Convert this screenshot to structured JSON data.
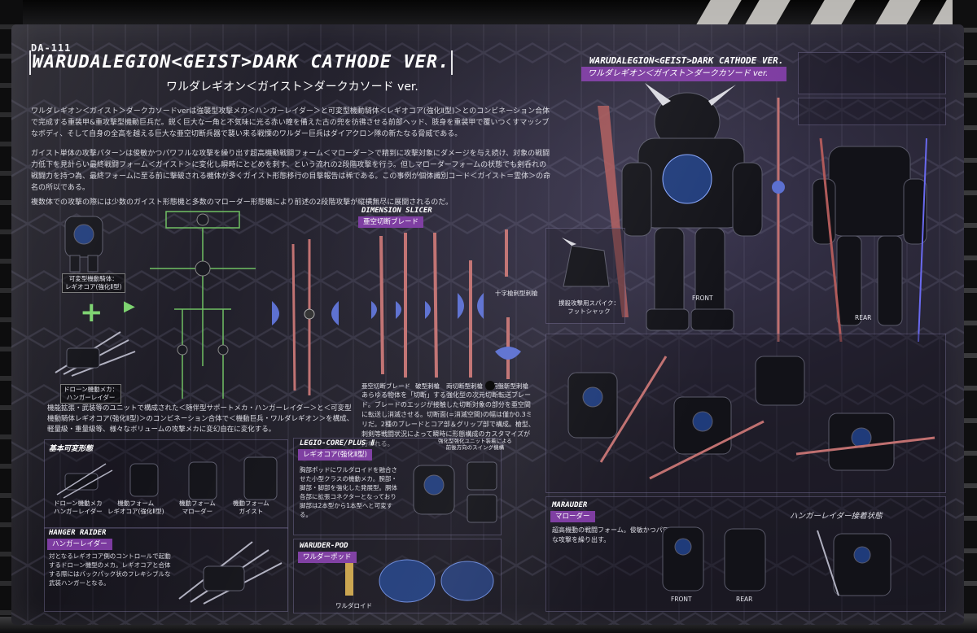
{
  "header": {
    "code": "DA-111",
    "title_en": "WARUDALEGION<GEIST>DARK CATHODE VER.",
    "title_jp": "ワルダレギオン＜ガイスト＞ダークカソード ver."
  },
  "intro": {
    "p1": "ワルダレギオン＜ガイスト＞ダークカソードverは強襲型攻撃メカ＜ハンガーレイダー＞と可変型機動騎体＜レギオコア(強化Ⅱ型)＞とのコンビネーション合体で完成する重装甲&重攻撃型機動巨兵だ。鋭く巨大な一角と不気味に光る赤い瞳を備えた古の兜を彷彿させる前部ヘッド、肢身を重装甲で覆いつくすマッシブなボディ、そして自身の全高を越える巨大な亜空切断兵器で襲い来る戦慄のワルダー巨兵はダイアクロン隊の新たなる脅威である。",
    "p2": "ガイスト単体の攻撃パターンは俊敏かつパワフルな攻撃を繰り出す超高機動戦闘フォーム＜マローダー＞で精到に攻撃対象にダメージを与え続け、対象の戦闘力低下を見計らい最終戦闘フォーム＜ガイスト＞に変化し瞬時にとどめを刺す、という流れの2段階攻撃を行う。但しマローダーフォームの状態でも剣呑れの戦闘力を持つ為、最終フォームに至る前に撃破される機体が多くガイスト形態移行の目撃報告は稀である。この事例が個体識別コード＜ガイスト＝霊体＞の命名の所以である。",
    "p3": "複数体での攻撃の際には少数のガイスト形態機と多数のマローダー形態機により前述の2段階攻撃が縦横無尽に展開されるのだ。"
  },
  "right_header": {
    "title_en": "WARUDALEGION<GEIST>DARK CATHODE VER.",
    "title_jp": "ワルダレギオン＜ガイスト＞ダークカソード ver."
  },
  "combine": {
    "core_label": "可変型機動騎体：\nレギオコア(強化Ⅱ型)",
    "drone_label": "ドローン機動メカ：\nハンガーレイダー",
    "text": "機能拡張・武装等のユニットで構成された＜随伴型サポートメカ・ハンガーレイダー＞と＜可変型機動騎体レギオコア(強化Ⅱ型)＞のコンビネーション合体で＜機動巨兵・ワルダレギオン＞を構成、軽量級・重量級等、様々なボリュームの攻撃メカに変幻自在に変化する。"
  },
  "slicer": {
    "tag": "DIMENSION SLICER",
    "sub": "亜空切断ブレード",
    "labels": [
      "亜空切断ブレード",
      "破型刺槍",
      "両切断型刺槍",
      "十字槍刺型刺槍",
      "円盤斬型刺槍"
    ],
    "text": "あらゆる物体を「切断」する強化型の次元切断転送ブレード。ブレードのエッジが接触した切断対象の部分を亜空間に転送し消滅させる。切断面(=消滅空間)の幅は僅か0.3ミリだ。2種のブレードとコア部＆グリップ部で構成。槍型、刺剣等戦闘状況によって瞬時に形態構成のカスタマイズが行われる。"
  },
  "spike": {
    "label": "撲殺攻撃用スパイク：\nフットシャック"
  },
  "views": {
    "front": "FRONT",
    "rear": "REAR"
  },
  "forms": {
    "tag": "基本可変形態",
    "labels": [
      "ドローン機動メカ\nハンガーレイダー",
      "機動フォーム\nレギオコア(強化Ⅱ型)",
      "機動フォーム\nマローダー",
      "機動フォーム\nガイスト"
    ]
  },
  "legio": {
    "tag": "LEGIO-CORE/PLUS Ⅱ",
    "sub": "レギオコア(強化Ⅱ型)",
    "side_label": "強化型強化ユニット装着による\n前後方向のスイング機構",
    "text": "胸部ポッドにワルダロイドを融合させた小型クラスの機動メカ。腕部・脚部・脚部を強化した発展型。胴体各部に拡張コネクターとなっており脚部は2本型から1本型へと可変する。"
  },
  "hanger": {
    "tag": "HANGER RAIDER",
    "sub": "ハンガーレイダー",
    "text": "対となるレギオコア側のコントロールで起動するドローン機型のメカ。レギオコアと合体する際にはバックパック状のフレキシブルな武装ハンガーとなる。"
  },
  "pod": {
    "tag": "WARUDER-POD",
    "sub": "ワルダーポッド",
    "label": "ワルダロイド"
  },
  "marauder": {
    "tag": "MARAUDER",
    "sub": "マローダー",
    "text": "超高機動の戦闘フォーム。俊敏かつパワフルな攻撃を繰り出す。",
    "hanger_note": "ハンガーレイダー接着状態"
  },
  "colors": {
    "accent": "#7c3aa0",
    "green_frame": "#6fbf62",
    "blade_red": "#c07070",
    "blade_blue": "#5b6fd0"
  }
}
